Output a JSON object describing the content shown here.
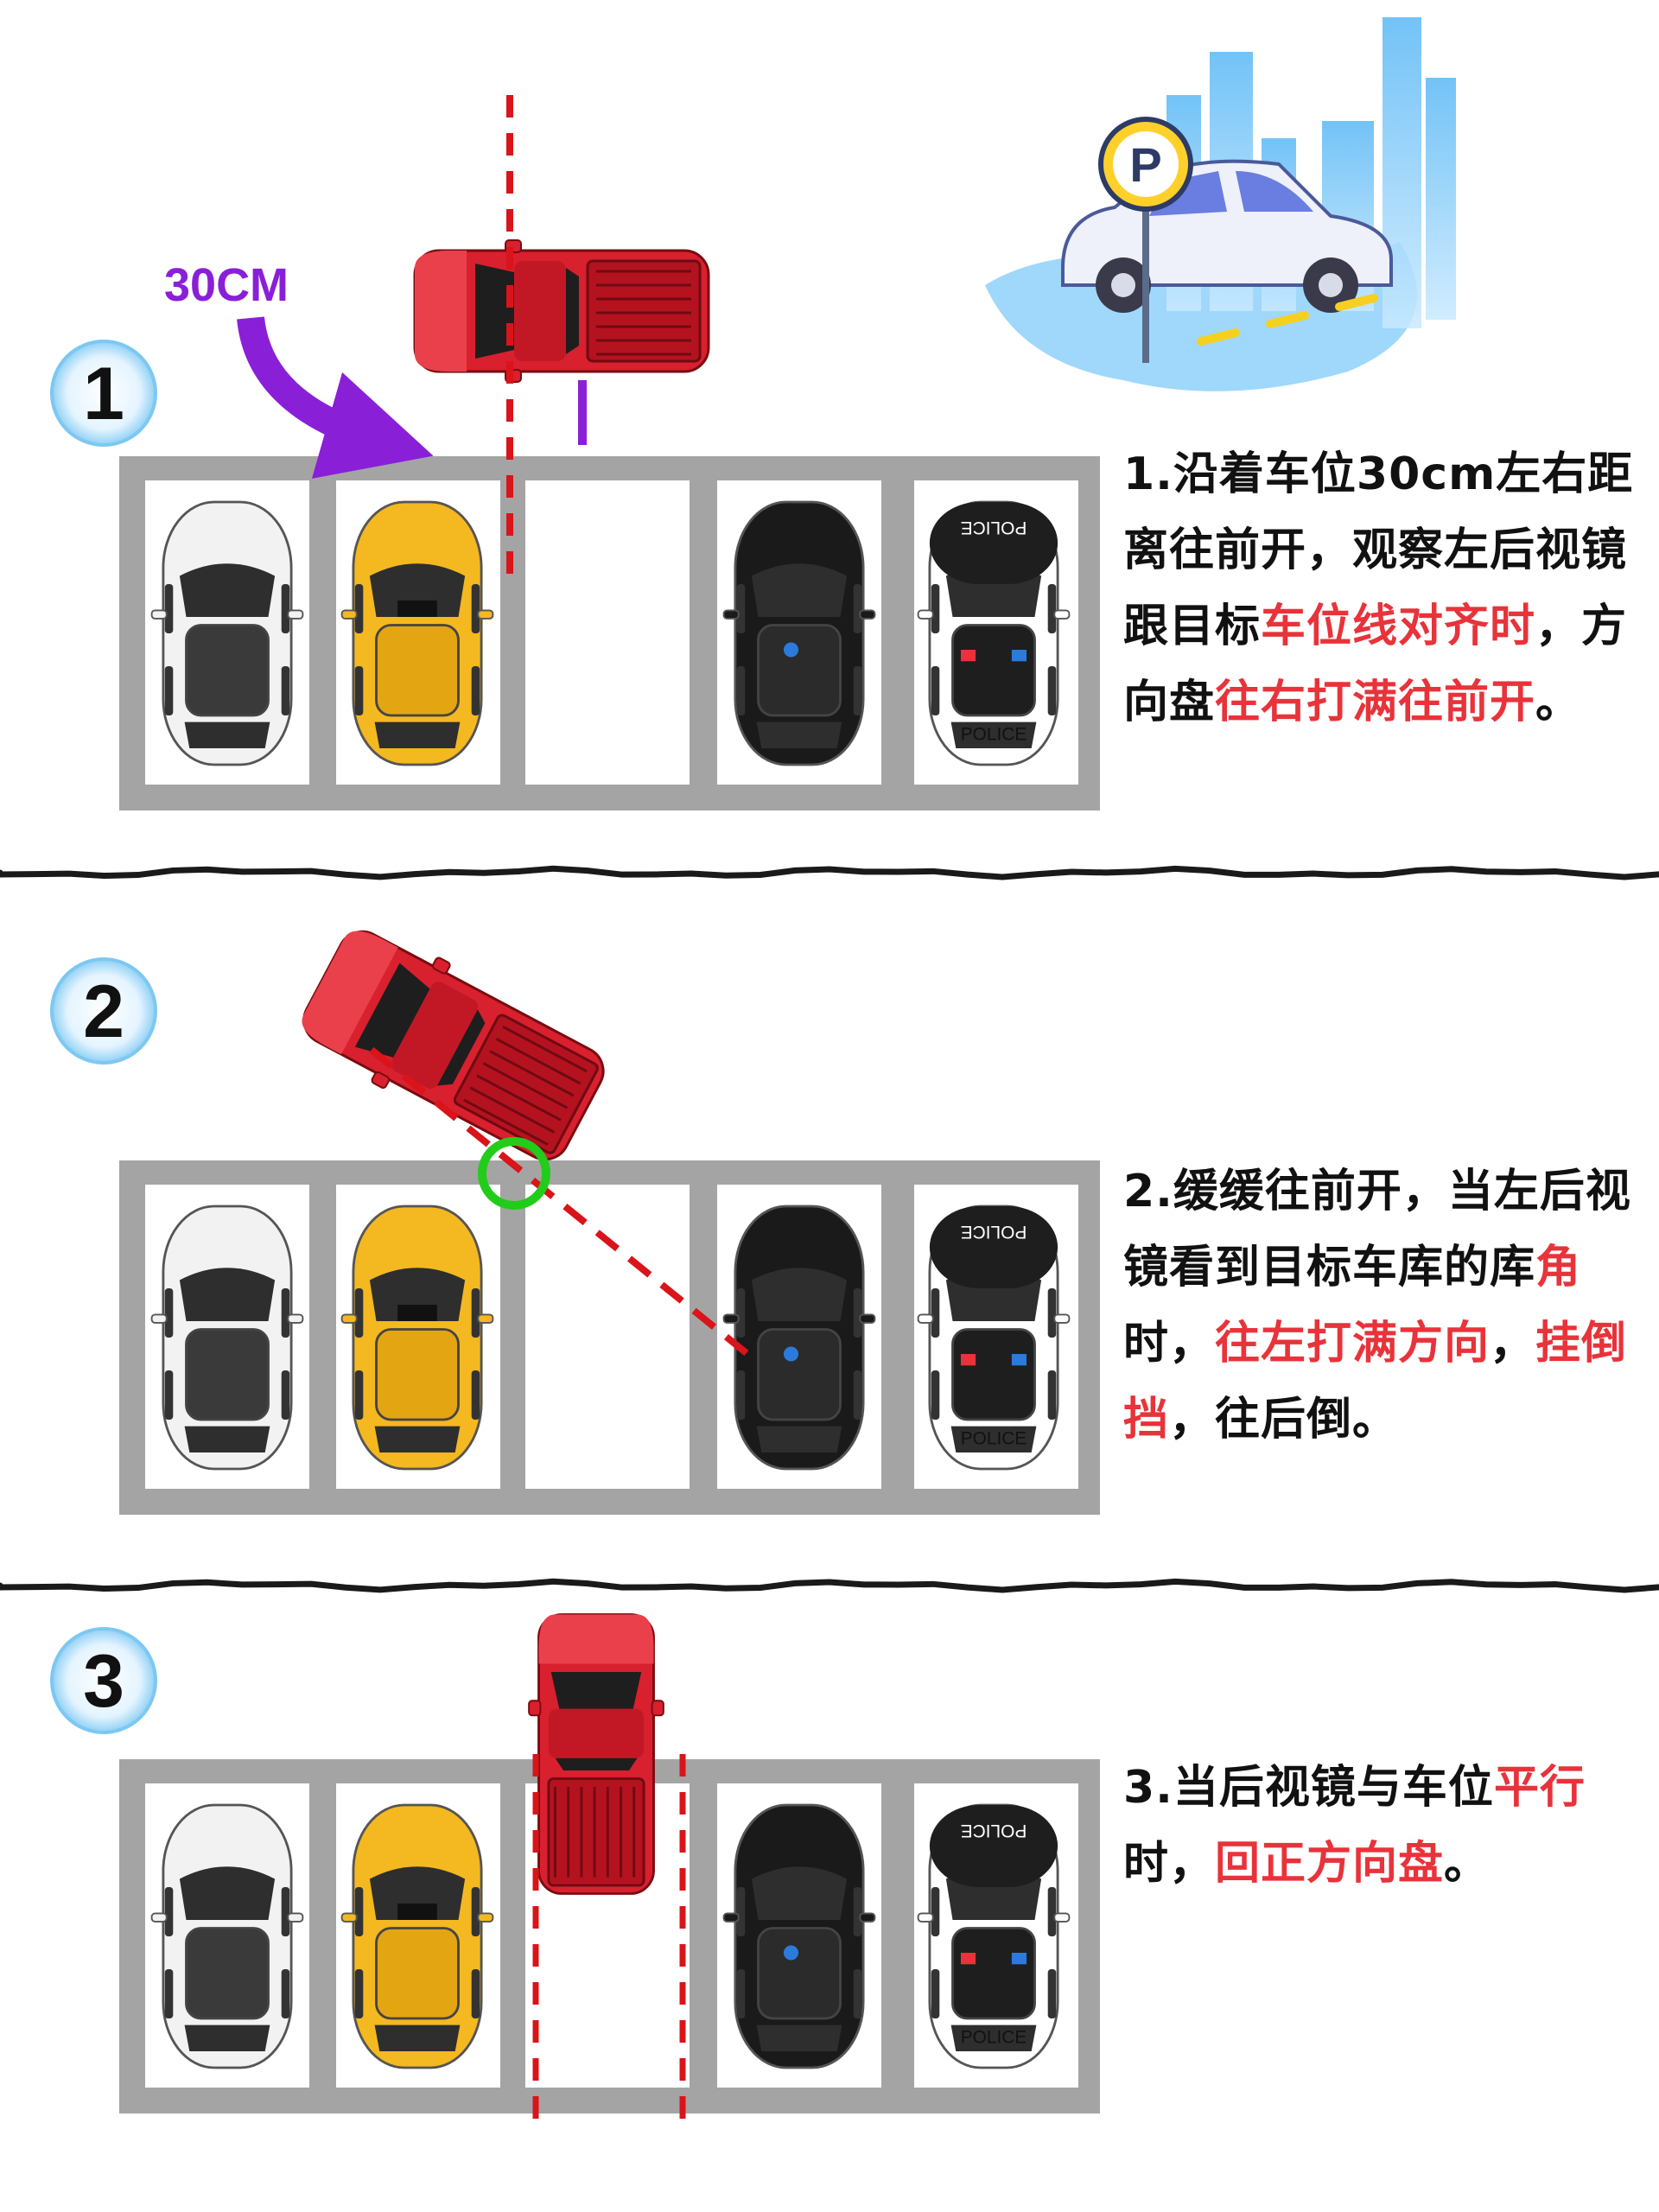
{
  "colors": {
    "lot": "#a4a4a4",
    "highlight": "#e8333a",
    "arrow": "#8a1fd8",
    "guide": "#d9141a",
    "corner_marker": "#22cc1a",
    "red_car": "#d8202e",
    "yellow_car": "#f4b820",
    "black_car": "#1a1a1a",
    "white_car": "#f2f2f2"
  },
  "icons": {
    "header": "parking-scene-illustration",
    "parking_sign": "parking-p-sign",
    "step_badge": "number-badge"
  },
  "header": {
    "sign_letter": "P"
  },
  "police_label": "POLICE",
  "steps": [
    {
      "badge": "1",
      "offset_label": "30CM",
      "text": [
        {
          "t": "1.沿着车位30cm左右距离往前开，观察左后视镜跟目标",
          "hl": false
        },
        {
          "t": "车位线对齐时",
          "hl": true
        },
        {
          "t": "，方向盘",
          "hl": false
        },
        {
          "t": "往右打满往前开",
          "hl": true
        },
        {
          "t": "。",
          "hl": false
        }
      ]
    },
    {
      "badge": "2",
      "text": [
        {
          "t": "2.缓缓往前开，当左后视镜看到目标车库的库",
          "hl": false
        },
        {
          "t": "角",
          "hl": true
        },
        {
          "t": "时，",
          "hl": false
        },
        {
          "t": "往左打满方向",
          "hl": true
        },
        {
          "t": "，",
          "hl": false
        },
        {
          "t": "挂倒挡",
          "hl": true
        },
        {
          "t": "，往后倒。",
          "hl": false
        }
      ]
    },
    {
      "badge": "3",
      "text": [
        {
          "t": "3.当后视镜与车位",
          "hl": false
        },
        {
          "t": "平行",
          "hl": true
        },
        {
          "t": "时，",
          "hl": false
        },
        {
          "t": "回正方向盘",
          "hl": true
        },
        {
          "t": "。",
          "hl": false
        }
      ]
    }
  ]
}
